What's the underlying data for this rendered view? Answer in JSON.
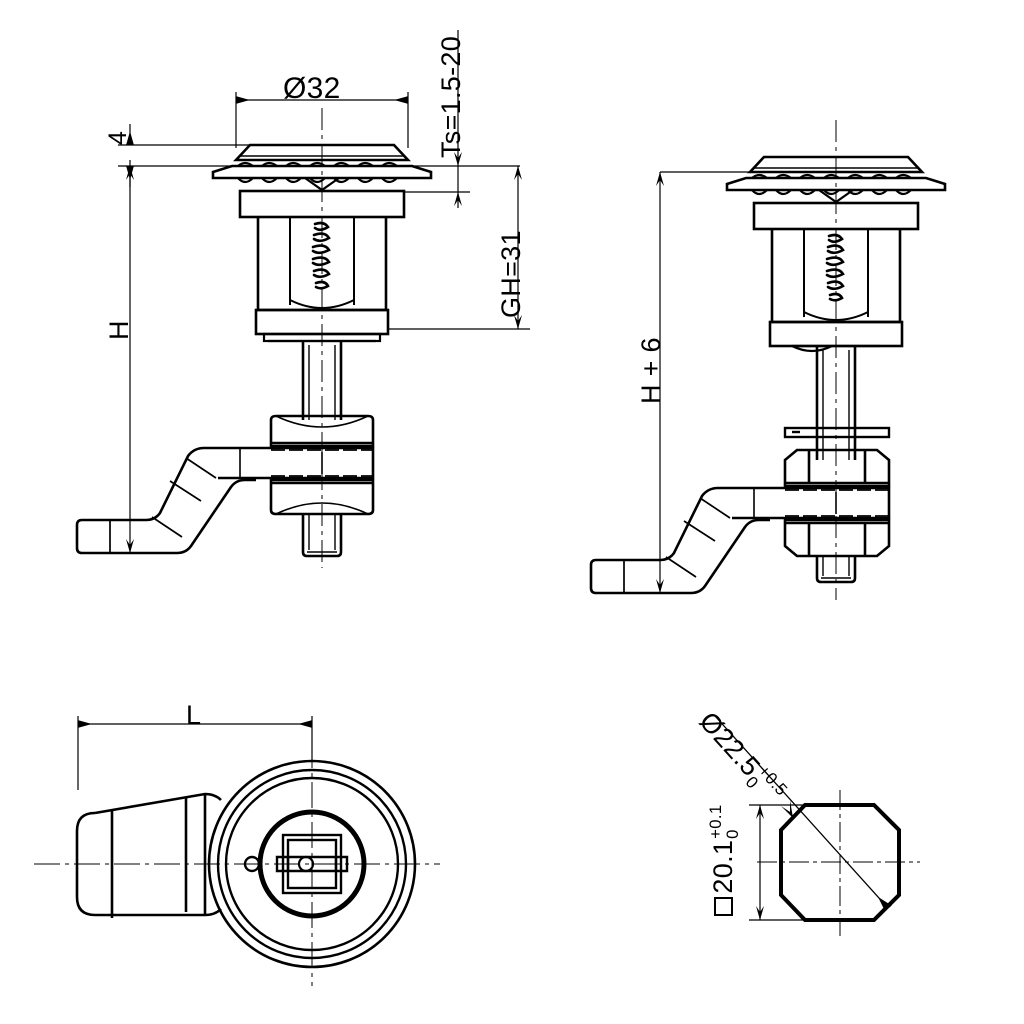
{
  "drawing": {
    "title": "Quarter-turn cam lock technical drawing",
    "line_color": "#000000",
    "background_color": "#ffffff",
    "views": [
      {
        "name": "front-view-standard",
        "label": ""
      },
      {
        "name": "front-view-extended",
        "label": ""
      },
      {
        "name": "plan-view-cam",
        "label": ""
      },
      {
        "name": "cutout-view",
        "label": ""
      }
    ]
  },
  "dimensions": {
    "cap_diameter": "Ø32",
    "cap_height": "4",
    "panel_thickness": "Ts=1.5-20",
    "grip_height": "GH=31",
    "height_standard": "H",
    "height_extended": "H + 6",
    "cam_length": "L",
    "cutout_diagonal_value": "Ø22.5",
    "cutout_diagonal_tol_upper": "+0.5",
    "cutout_diagonal_tol_lower": "0",
    "cutout_across_flats_value": "20.1",
    "cutout_across_flats_tol_upper": "+0.1",
    "cutout_across_flats_tol_lower": "0",
    "square_symbol": "square-symbol"
  },
  "markings": {
    "body_emboss_left": "emboss-mark",
    "body_emboss_right": "emboss-mark"
  }
}
